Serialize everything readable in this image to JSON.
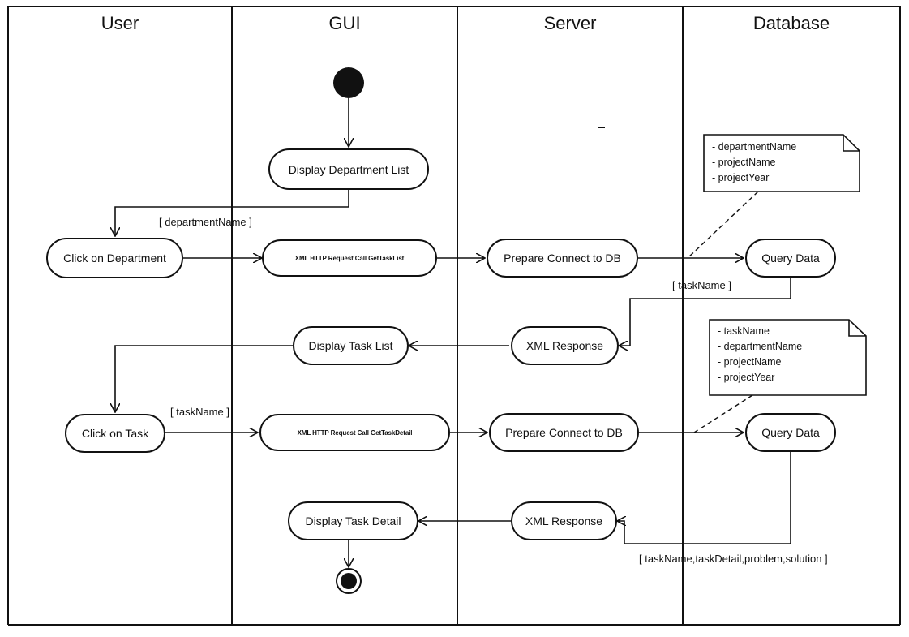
{
  "lanes": {
    "user": "User",
    "gui": "GUI",
    "server": "Server",
    "database": "Database"
  },
  "activities": {
    "display_department_list": "Display Department List",
    "click_on_department": "Click on Department",
    "xml_request_get_task_list": "XML HTTP Request Call GetTaskList",
    "prepare_connect_db_1": "Prepare Connect to DB",
    "query_data_1": "Query Data",
    "xml_response_1": "XML Response",
    "display_task_list": "Display Task List",
    "click_on_task": "Click on Task",
    "xml_request_get_task_detail": "XML HTTP Request Call GetTaskDetail",
    "prepare_connect_db_2": "Prepare Connect to DB",
    "query_data_2": "Query Data",
    "xml_response_2": "XML Response",
    "display_task_detail": "Display Task Detail"
  },
  "guards": {
    "department_name": "[ departmentName ]",
    "task_name_1": "[ taskName ]",
    "task_name_2": "[ taskName ]",
    "task_detail_result": "[ taskName,taskDetail,problem,solution ]"
  },
  "notes": {
    "note_1": [
      "- departmentName",
      "- projectName",
      "- projectYear"
    ],
    "note_2": [
      "- taskName",
      "- departmentName",
      "- projectName",
      "- projectYear"
    ]
  }
}
